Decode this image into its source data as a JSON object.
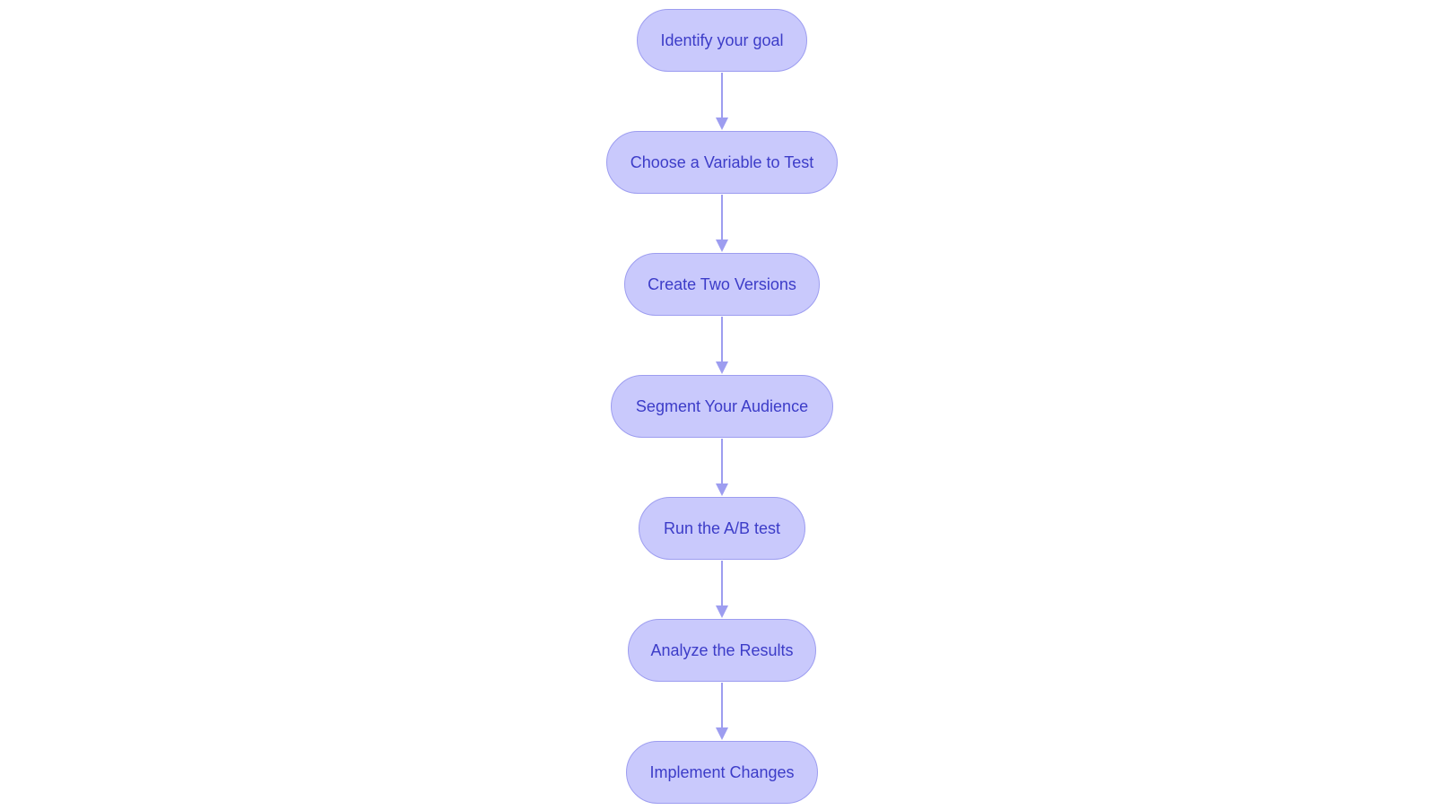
{
  "flowchart": {
    "steps": [
      "Identify your goal",
      "Choose a Variable to Test",
      "Create Two Versions",
      "Segment Your Audience",
      "Run the A/B test",
      "Analyze the Results",
      "Implement Changes"
    ]
  },
  "colors": {
    "node_fill": "#c9c9fc",
    "node_border": "#9d9df0",
    "node_text": "#3c3cc8",
    "edge": "#9d9df0"
  }
}
